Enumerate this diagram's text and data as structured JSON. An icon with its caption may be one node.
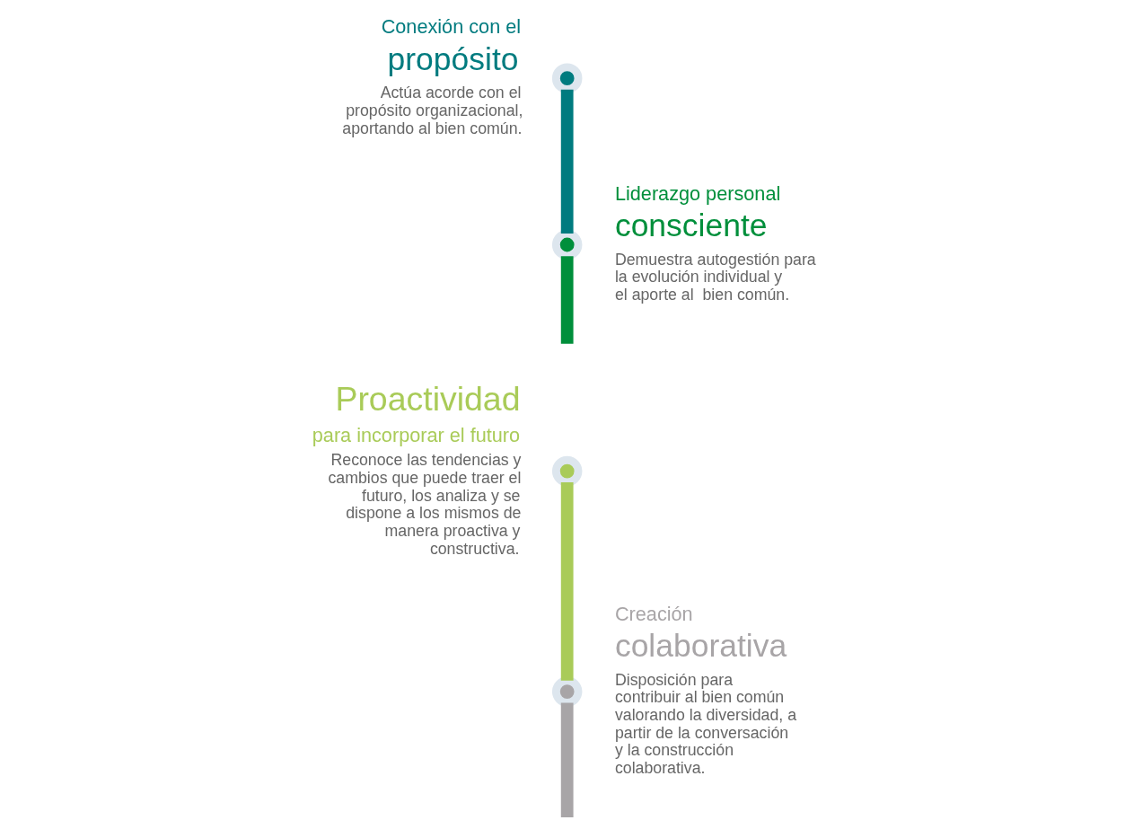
{
  "diagram": {
    "nodes": [
      {
        "text": [],
        "shape": "circle",
        "beside": [
          "Conexión con el",
          "propósito",
          "Actúa acorde con el propósito organizacional, aportando al bien común."
        ]
      },
      {
        "text": [],
        "shape": "circle",
        "beside": [
          "Liderazgo personal",
          "consciente",
          "Demuestra autogestión para la evolución individual y el aporte al  bien común."
        ]
      },
      {
        "text": [],
        "shape": "circle",
        "beside": [
          "Proactividad",
          "para incorporar el futuro",
          "Reconoce las tendencias y cambios que puede traer el futuro, los analiza y se dispone a los mismos de manera proactiva y constructiva."
        ]
      },
      {
        "text": [],
        "shape": "circle",
        "beside": [
          "Creación",
          "colaborativa",
          "Disposición para contribuir al bien común valorando la diversidad, a partir de la conversación y la construcción colaborativa."
        ]
      }
    ],
    "edges": [
      {
        "from": 0,
        "to": 1,
        "arrow": "none",
        "color": "#007b7f"
      },
      {
        "from": 1,
        "to": null,
        "arrow": "none",
        "color": "#008f3b"
      },
      {
        "from": 2,
        "to": 3,
        "arrow": "none",
        "color": "#a9cb58"
      },
      {
        "from": 3,
        "to": null,
        "arrow": "none",
        "color": "#a8a5a7"
      }
    ]
  }
}
